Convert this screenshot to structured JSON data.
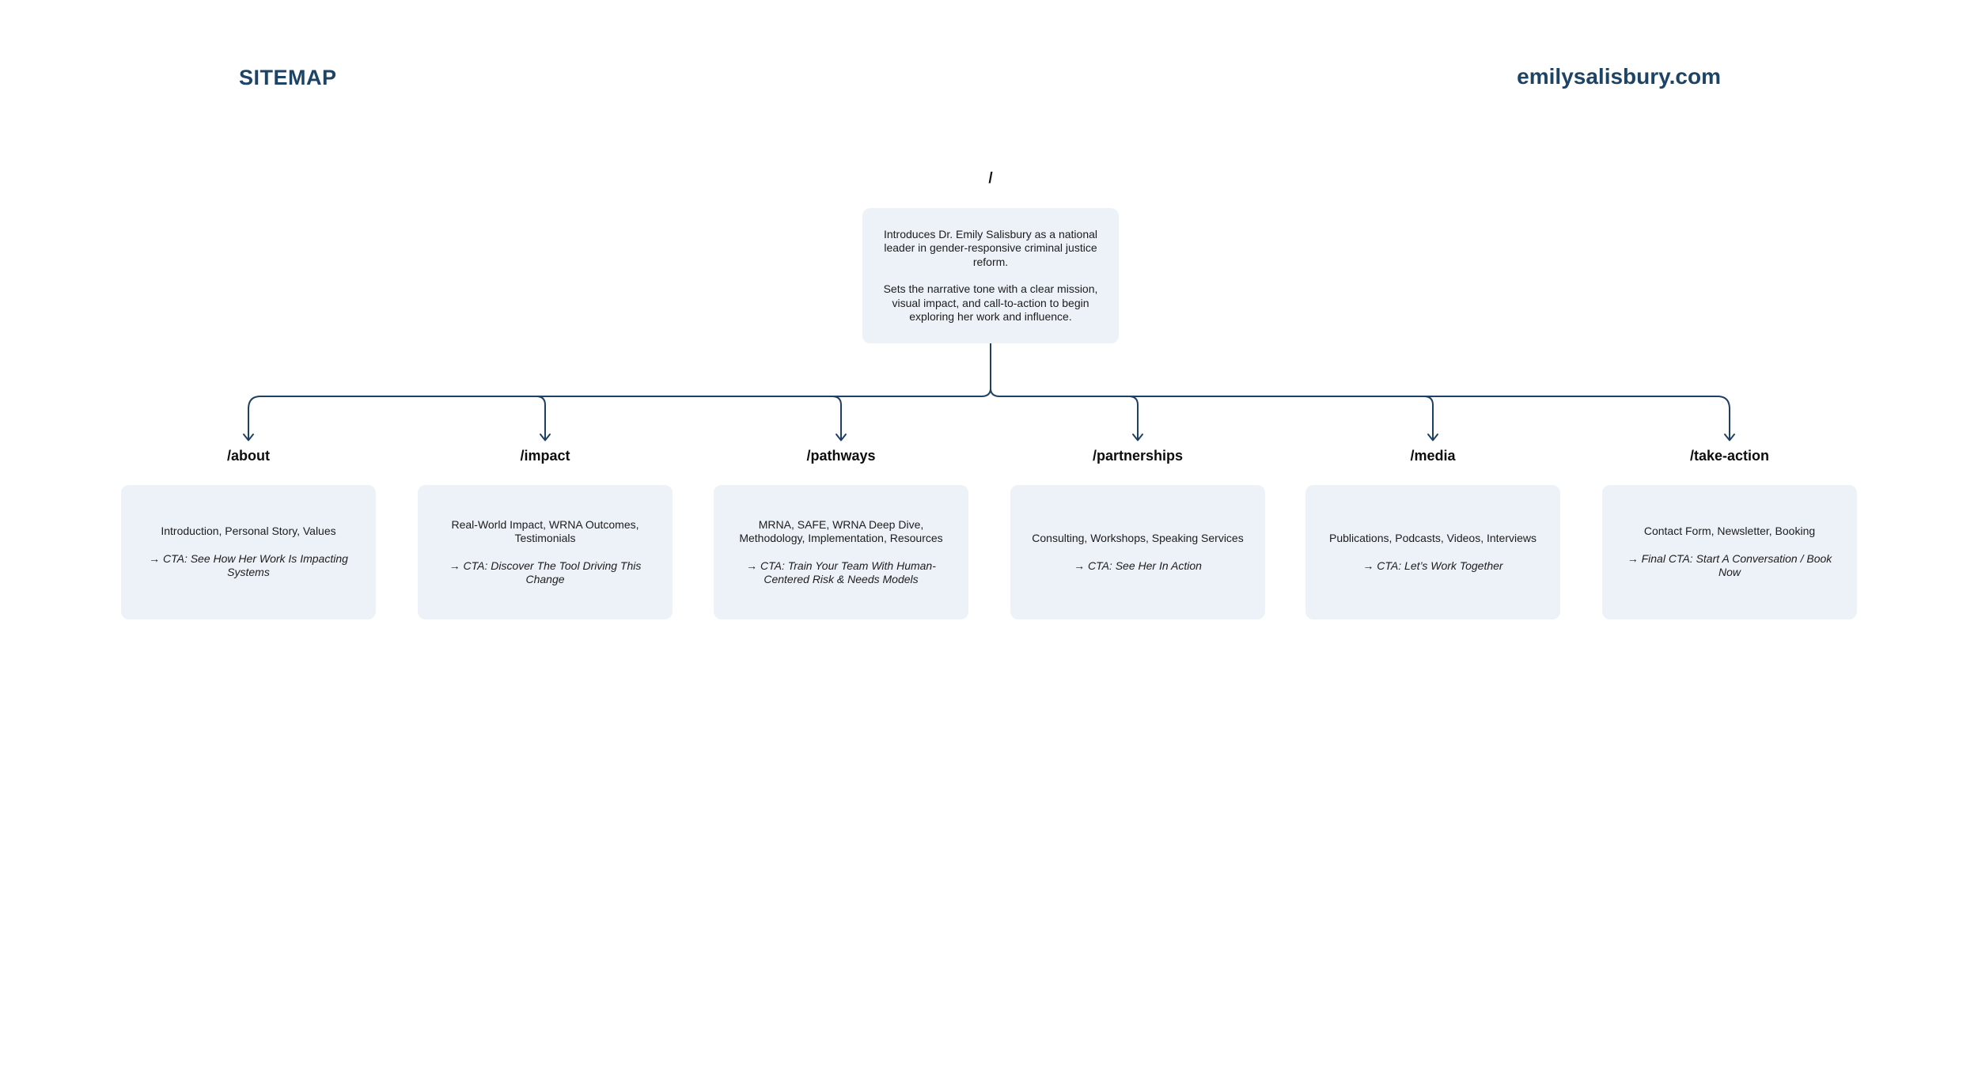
{
  "header": {
    "title": "SITEMAP",
    "domain": "emilysalisbury.com"
  },
  "root": {
    "path": "/",
    "description_1": "Introduces Dr. Emily Salisbury as a national leader in gender-responsive criminal justice reform.",
    "description_2": "Sets the narrative tone with a clear mission, visual impact, and call-to-action to begin exploring her work and influence."
  },
  "sections": [
    {
      "path": "/about",
      "summary": "Introduction, Personal Story, Values",
      "cta": "→ CTA: See How Her Work Is Impacting Systems"
    },
    {
      "path": "/impact",
      "summary": "Real-World Impact, WRNA Outcomes, Testimonials",
      "cta": "→ CTA: Discover The Tool Driving This Change"
    },
    {
      "path": "/pathways",
      "summary": "MRNA, SAFE, WRNA Deep Dive, Methodology, Implementation, Resources",
      "cta": "→ CTA: Train Your Team With Human-Centered Risk & Needs Models"
    },
    {
      "path": "/partnerships",
      "summary": "Consulting, Workshops, Speaking Services",
      "cta": "→ CTA: See Her In Action"
    },
    {
      "path": "/media",
      "summary": "Publications, Podcasts, Videos, Interviews",
      "cta": "→ CTA: Let’s Work Together"
    },
    {
      "path": "/take-action",
      "summary": "Contact Form, Newsletter, Booking",
      "cta": "→ Final CTA: Start A Conversation / Book Now"
    }
  ],
  "colors": {
    "accent_navy": "#1d4365",
    "connector_navy": "#1e4062",
    "box_fill": "#edf2f8",
    "body_text": "#1c1c1c"
  }
}
